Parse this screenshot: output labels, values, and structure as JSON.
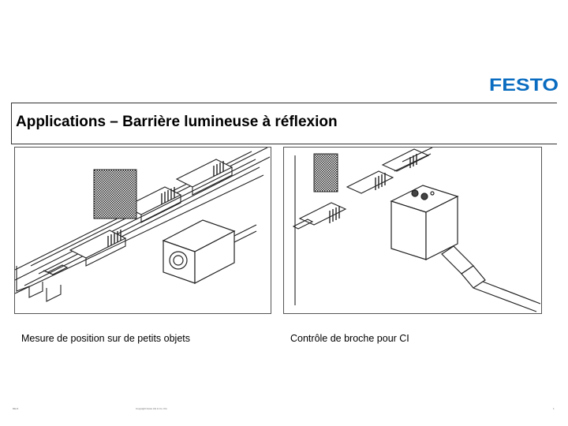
{
  "header": {
    "brand": "FESTO",
    "title": "Applications – Barrière lumineuse à réflexion"
  },
  "figures": [
    {
      "caption": "Mesure de position sur de petits objets"
    },
    {
      "caption": "Contrôle de broche pour CI"
    }
  ],
  "footer": {
    "left": "DE-D",
    "center": "Copyright Festo AG & Co. KG",
    "right": "1"
  },
  "colors": {
    "brand": "#0a6cc0",
    "line": "#333333"
  }
}
